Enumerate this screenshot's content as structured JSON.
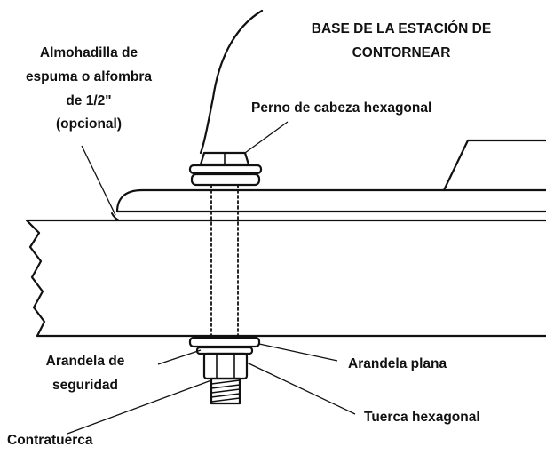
{
  "title": {
    "line1": "BASE DE LA ESTACIÓN DE",
    "line2": "CONTORNEAR"
  },
  "labels": {
    "foam_pad": [
      "Almohadilla de",
      "espuma o alfombra",
      "de 1/2\"",
      "(opcional)"
    ],
    "hex_bolt": "Perno de cabeza hexagonal",
    "lock_washer": [
      "Arandela de",
      "seguridad"
    ],
    "flat_washer": "Arandela plana",
    "hex_nut": "Tuerca hexagonal",
    "jam_nut": "Contratuerca"
  },
  "colors": {
    "ink": "#111111",
    "background": "#ffffff"
  }
}
